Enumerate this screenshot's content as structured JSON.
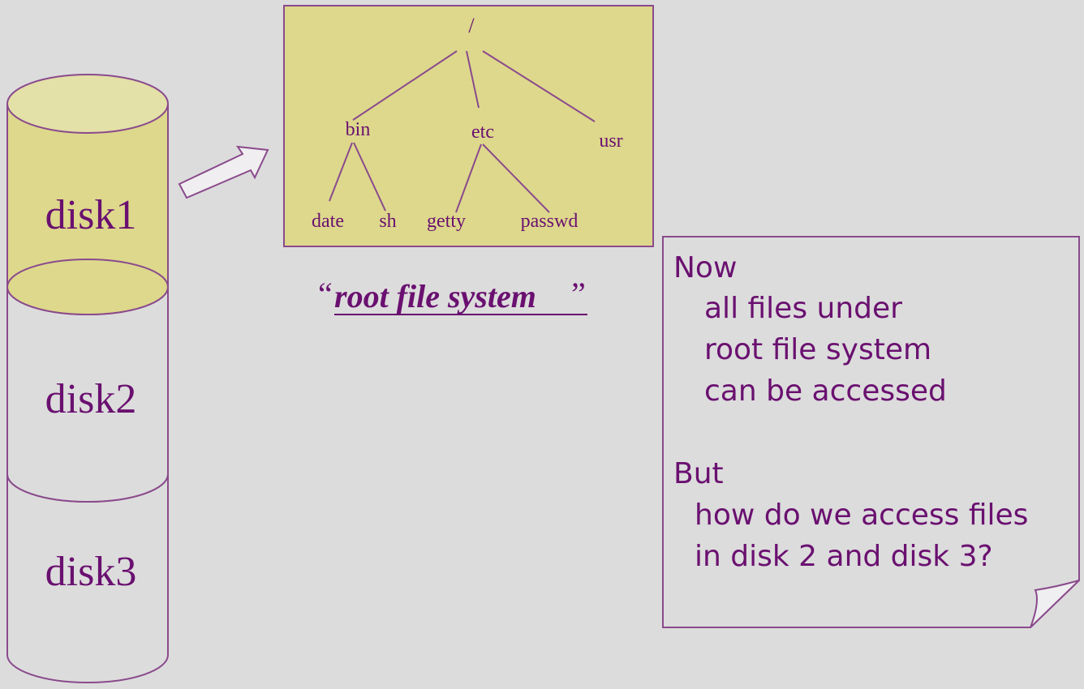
{
  "disks": [
    {
      "label": "disk1",
      "highlighted": true
    },
    {
      "label": "disk2",
      "highlighted": false
    },
    {
      "label": "disk3",
      "highlighted": false
    }
  ],
  "tree": {
    "root": "/",
    "level1": [
      "bin",
      "etc",
      "usr"
    ],
    "bin_children": [
      "date",
      "sh"
    ],
    "etc_children": [
      "getty",
      "passwd"
    ]
  },
  "caption": {
    "open_quote": "“",
    "text": "root file system",
    "close_quote": "”"
  },
  "note": {
    "lines": [
      "Now",
      "all files under",
      "root file system",
      "can be accessed",
      "But",
      "how do we access files",
      "in disk 2 and disk 3?"
    ]
  },
  "colors": {
    "background": "#dcdcdc",
    "highlight_fill": "#ddd88c",
    "outline": "#8a4a8c",
    "text": "#6a1070"
  }
}
